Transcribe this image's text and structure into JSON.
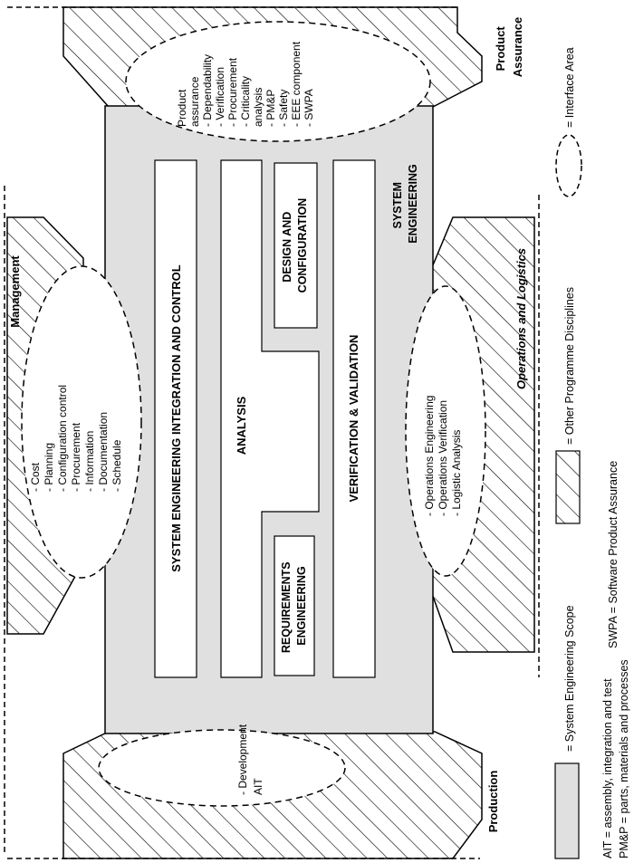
{
  "center_label": [
    "SYSTEM",
    "ENGINEERING"
  ],
  "blocks": {
    "integration": "SYSTEM ENGINEERING INTEGRATION AND CONTROL",
    "analysis": "ANALYSIS",
    "design": [
      "DESIGN AND",
      "CONFIGURATION"
    ],
    "requirements": [
      "REQUIREMENTS",
      "ENGINEERING"
    ],
    "verification": "VERIFICATION & VALIDATION"
  },
  "disciplines": {
    "product_assurance": {
      "title": [
        "Product",
        "Assurance"
      ],
      "items": [
        "Product",
        "assurance",
        "- Dependability",
        "- Verification",
        "- Procurement",
        "- Criticality",
        "analysis",
        "- PM&P",
        "- Safety",
        "- EEE component",
        "- SWPA"
      ]
    },
    "management": {
      "title": "Management",
      "items": [
        "- Cost",
        "- Planning",
        "- Configuration control",
        "- Procurement",
        "- Information",
        "- Documentation",
        "- Schedule"
      ]
    },
    "operations": {
      "title": "Operations and Logistics",
      "items": [
        "- Operations Engineering",
        "- Operations Verification",
        "- Logistic Analysis"
      ]
    },
    "production": {
      "title": "Production",
      "items": [
        "- Development",
        "AIT"
      ]
    }
  },
  "legend": {
    "interface_area": "= Interface Area",
    "other_disciplines": "= Other Programme Disciplines",
    "swpa": "SWPA = Software Product Assurance",
    "scope": "= System Engineering Scope",
    "ait": "AIT  = assembly, integration and test",
    "pmp": "PM&P = parts, materials and processes"
  }
}
